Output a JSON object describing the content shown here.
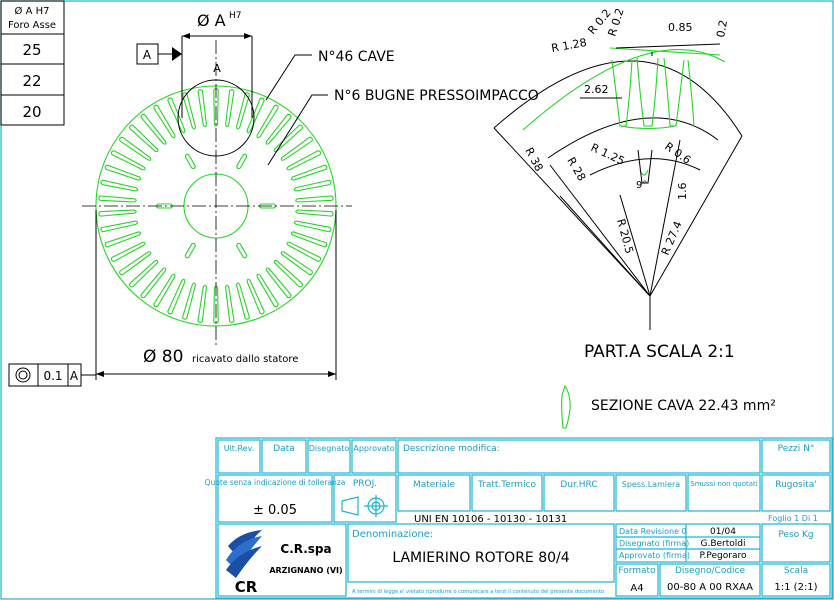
{
  "colors": {
    "cyan": "#19b6d6",
    "green": "#26d626",
    "black": "#000000",
    "label_cyan": "#1aa0c8"
  },
  "bore_table": {
    "header_line1": "Ø A H7",
    "header_line2": "Foro Asse",
    "values": [
      "25",
      "22",
      "20"
    ]
  },
  "drawing": {
    "diam_a_label": "Ø A",
    "h7_label": "H7",
    "datum_letter": "A",
    "section_a_mark": "A",
    "slots_label": "N°46 CAVE",
    "bumps_label": "N°6 BUGNE PRESSOIMPACCO",
    "outer_diam_value": "Ø 80",
    "outer_diam_note": "ricavato dallo statore",
    "tolerance_symbol": "◎",
    "tolerance_value": "0.1",
    "tolerance_datum": "A",
    "slot_count": 46,
    "bump_count": 6
  },
  "detail": {
    "dims": {
      "r02a": "R 0.2",
      "r02b": "R 0.2",
      "d085": "0.85",
      "d02": "0.2",
      "r128": "R 1.28",
      "d262": "2.62",
      "r125": "R 1.25",
      "r06": "R 0.6",
      "d9": "9°",
      "d16": "1.6",
      "r38": "R 38",
      "r28": "R 28",
      "r205": "R 20.5",
      "r274": "R 27.4"
    },
    "title": "PART.A SCALA 2:1",
    "section_label": "SEZIONE CAVA 22.43 mm²"
  },
  "title_block": {
    "ult_rev": "Ult.Rev.",
    "data": "Data",
    "disegnato": "Disegnato",
    "approvato": "Approvato",
    "descrizione_modifica": "Descrizione modifica:",
    "pezzi": "Pezzi N°",
    "quote_note": "Quote senza indicazione di tolleranza",
    "tolerance_value": "± 0.05",
    "proj": "PROJ.",
    "materiale": "Materiale",
    "tratt_termico": "Tratt.Termico",
    "dur_hrc": "Dur.HRC",
    "spess_lamiera": "Spess.Lamiera",
    "smussi": "Smussi non quotati",
    "rugosita": "Rugosita'",
    "uni_en": "UNI EN 10106 - 10130 - 10131",
    "foglio": "Foglio 1 Di 1",
    "company": "C.R.spa",
    "city": "ARZIGNANO (VI)",
    "logo_text": "CR",
    "denominazione_label": "Denominazione:",
    "denominazione": "LAMIERINO ROTORE 80/4",
    "legal_note": "A termini di legge e' vietato riprodurre o comunicare a terzi il contenuto del presente documento",
    "data_revisione_label": "Data Revisione 0",
    "data_revisione": "01/04",
    "disegnato_firma_label": "Disegnato (firma)",
    "disegnato_firma": "G.Bertoldi",
    "approvato_firma_label": "Approvato (firma)",
    "approvato_firma": "P.Pegoraro",
    "peso_kg": "Peso Kg",
    "formato_label": "Formato",
    "formato": "A4",
    "disegno_label": "Disegno/Codice",
    "disegno": "00-80 A 00 RXAA",
    "scala_label": "Scala",
    "scala": "1:1 (2:1)"
  }
}
